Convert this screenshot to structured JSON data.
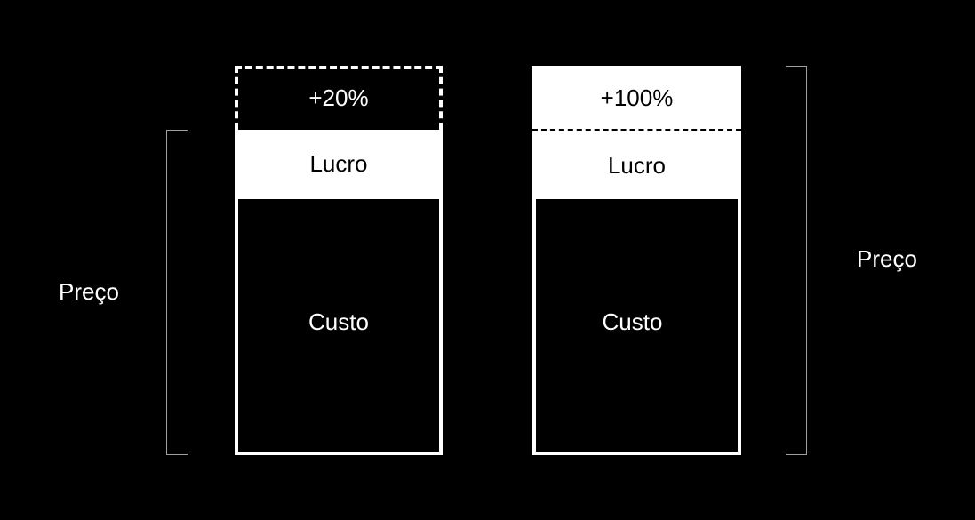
{
  "left": {
    "extra_label": "+20%",
    "profit_label": "Lucro",
    "cost_label": "Custo",
    "price_label": "Preço"
  },
  "right": {
    "extra_label": "+100%",
    "profit_label": "Lucro",
    "cost_label": "Custo",
    "price_label": "Preço"
  }
}
